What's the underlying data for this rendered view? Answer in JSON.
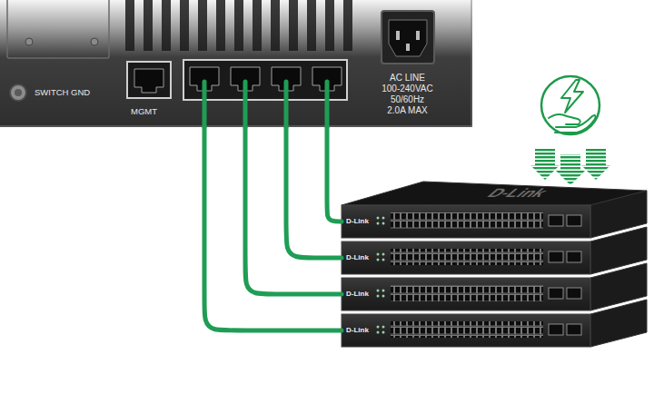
{
  "diagram": {
    "nodes": [
      {
        "text": [
          "SWITCH GND",
          "MGMT",
          "AC LINE 100-240VAC 50/60Hz 2.0A MAX"
        ]
      },
      {
        "text": [
          "D-Link"
        ]
      },
      {
        "text": [
          "D-Link"
        ]
      },
      {
        "text": [
          "D-Link"
        ]
      },
      {
        "text": [
          "D-Link"
        ]
      }
    ],
    "edges": [
      {
        "from": 0,
        "to": 1,
        "arrow": "none"
      },
      {
        "from": 0,
        "to": 2,
        "arrow": "none"
      },
      {
        "from": 0,
        "to": 3,
        "arrow": "none"
      },
      {
        "from": 0,
        "to": 4,
        "arrow": "none"
      }
    ],
    "labels": [
      "D-Link"
    ]
  }
}
